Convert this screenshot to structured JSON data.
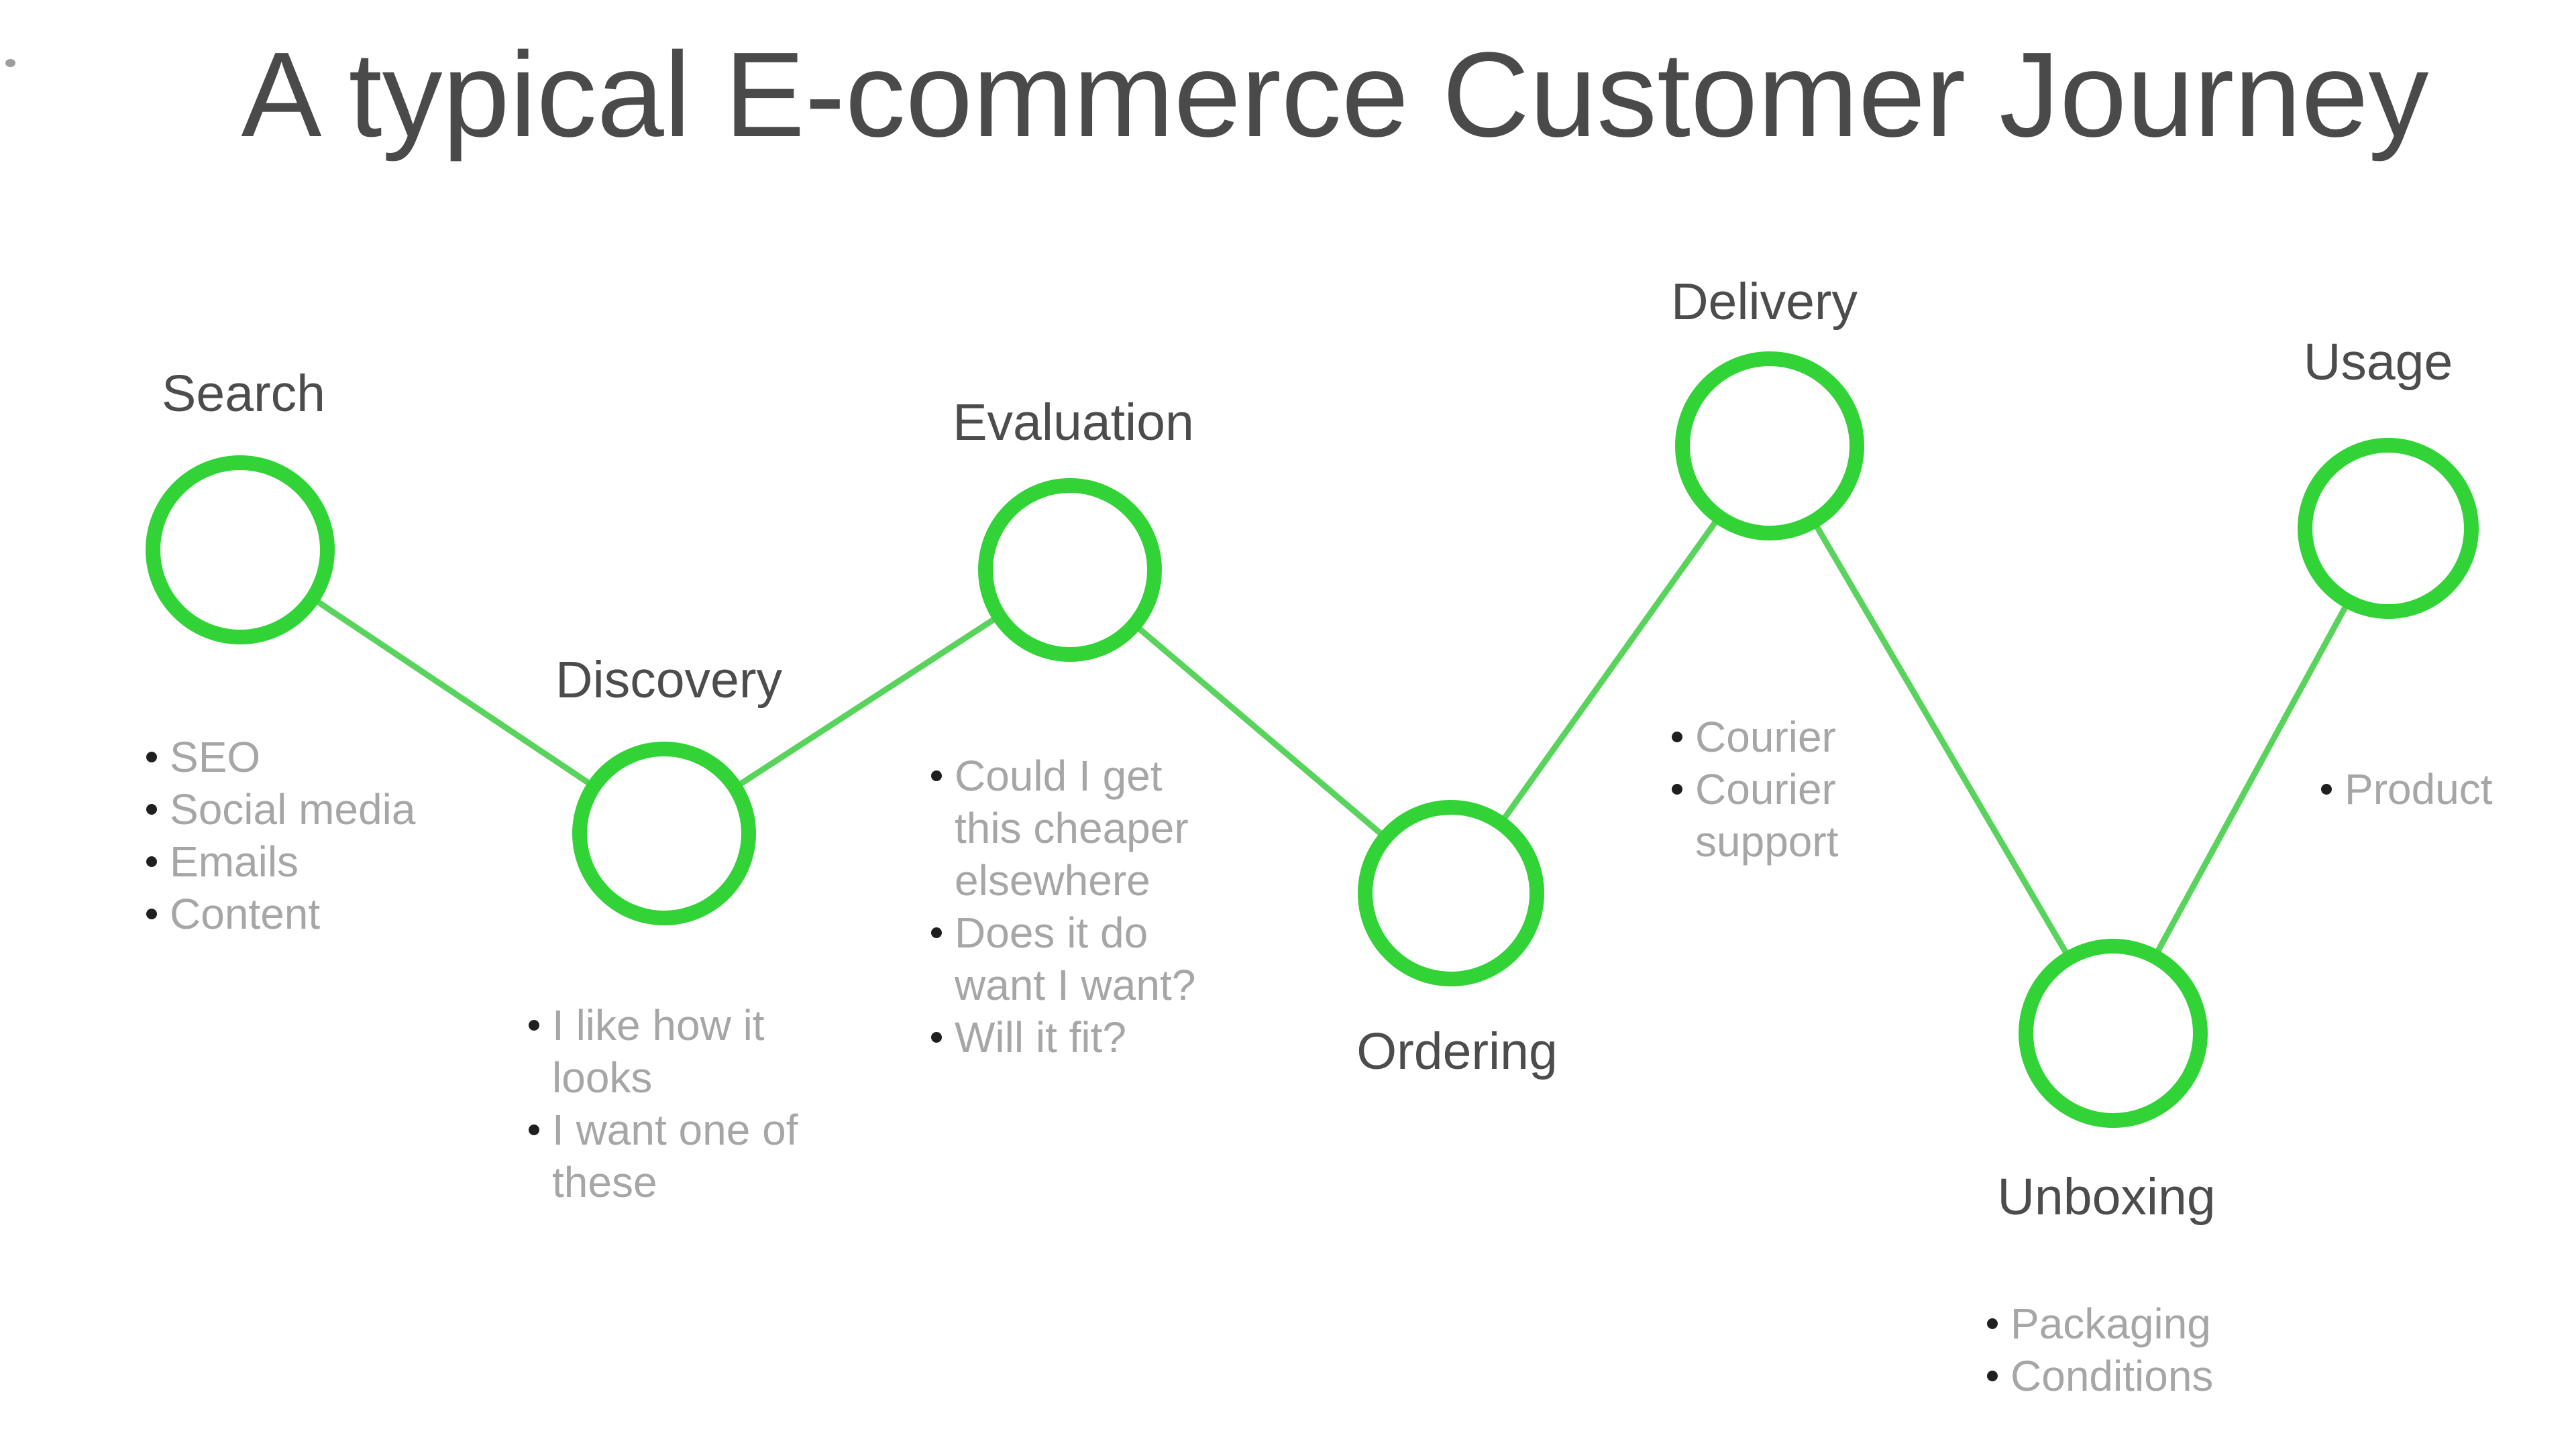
{
  "page": {
    "title": "A typical E-commerce Customer Journey"
  },
  "theme": {
    "node_green": "#31d336",
    "line_green": "#58d35b",
    "title_color": "#4a4a4a",
    "label_color": "#4c4c4c",
    "note_text_color": "#a6a6a6",
    "bullet_dot_color": "#1f1f1f"
  },
  "stages": [
    {
      "label": "Search",
      "bullets": [
        {
          "lines": [
            "SEO"
          ]
        },
        {
          "lines": [
            "Social media"
          ]
        },
        {
          "lines": [
            "Emails"
          ]
        },
        {
          "lines": [
            "Content"
          ]
        }
      ]
    },
    {
      "label": "Discovery",
      "bullets": [
        {
          "lines": [
            "I like how it",
            "looks"
          ]
        },
        {
          "lines": [
            "I want one of",
            "these"
          ]
        }
      ]
    },
    {
      "label": "Evaluation",
      "bullets": [
        {
          "lines": [
            "Could I get",
            "this cheaper",
            "elsewhere"
          ]
        },
        {
          "lines": [
            "Does it do",
            "want I want?"
          ]
        },
        {
          "lines": [
            "Will it fit?"
          ]
        }
      ]
    },
    {
      "label": "Ordering",
      "bullets": []
    },
    {
      "label": "Delivery",
      "bullets": [
        {
          "lines": [
            "Courier"
          ]
        },
        {
          "lines": [
            "Courier",
            "support"
          ]
        }
      ]
    },
    {
      "label": "Unboxing",
      "bullets": [
        {
          "lines": [
            "Packaging"
          ]
        },
        {
          "lines": [
            "Conditions"
          ]
        }
      ]
    },
    {
      "label": "Usage",
      "bullets": [
        {
          "lines": [
            "Product"
          ]
        }
      ]
    }
  ]
}
